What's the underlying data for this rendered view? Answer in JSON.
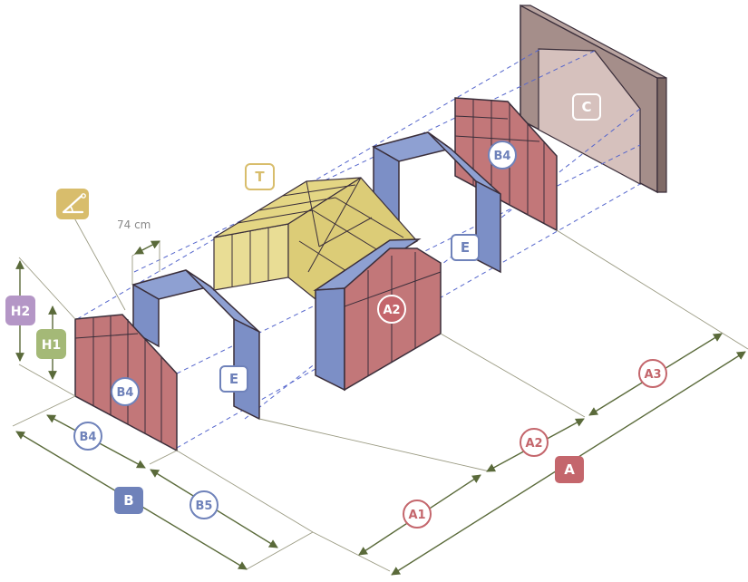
{
  "dimension_note": "74 cm",
  "colors": {
    "red_face": "#c27779",
    "red_label": "#c4666c",
    "blue_frame": "#7c8fc6",
    "blue_label": "#6f82ba",
    "yellow_roof": "#e4d684",
    "yellow_label": "#d8bd6c",
    "back_wall": "#a58e8a",
    "back_opening": "#d6c1bd",
    "green_label": "#a4b977",
    "purple_label": "#b496c6",
    "arrow": "#5a6a3a",
    "guide_line": "#5566cc",
    "outline": "#3a2e3a"
  },
  "labels": {
    "t": "T",
    "c": "C",
    "e_front": "E",
    "e_back": "E",
    "a2_panel": "A2",
    "b4_back": "B4",
    "b4_front": "B4",
    "b4_dim": "B4",
    "b5_dim": "B5",
    "b_dim": "B",
    "h1": "H1",
    "h2": "H2",
    "a_dim": "A",
    "a1_dim": "A1",
    "a2_dim": "A2",
    "a3_dim": "A3"
  },
  "icons": {
    "angle": "angle-icon"
  }
}
